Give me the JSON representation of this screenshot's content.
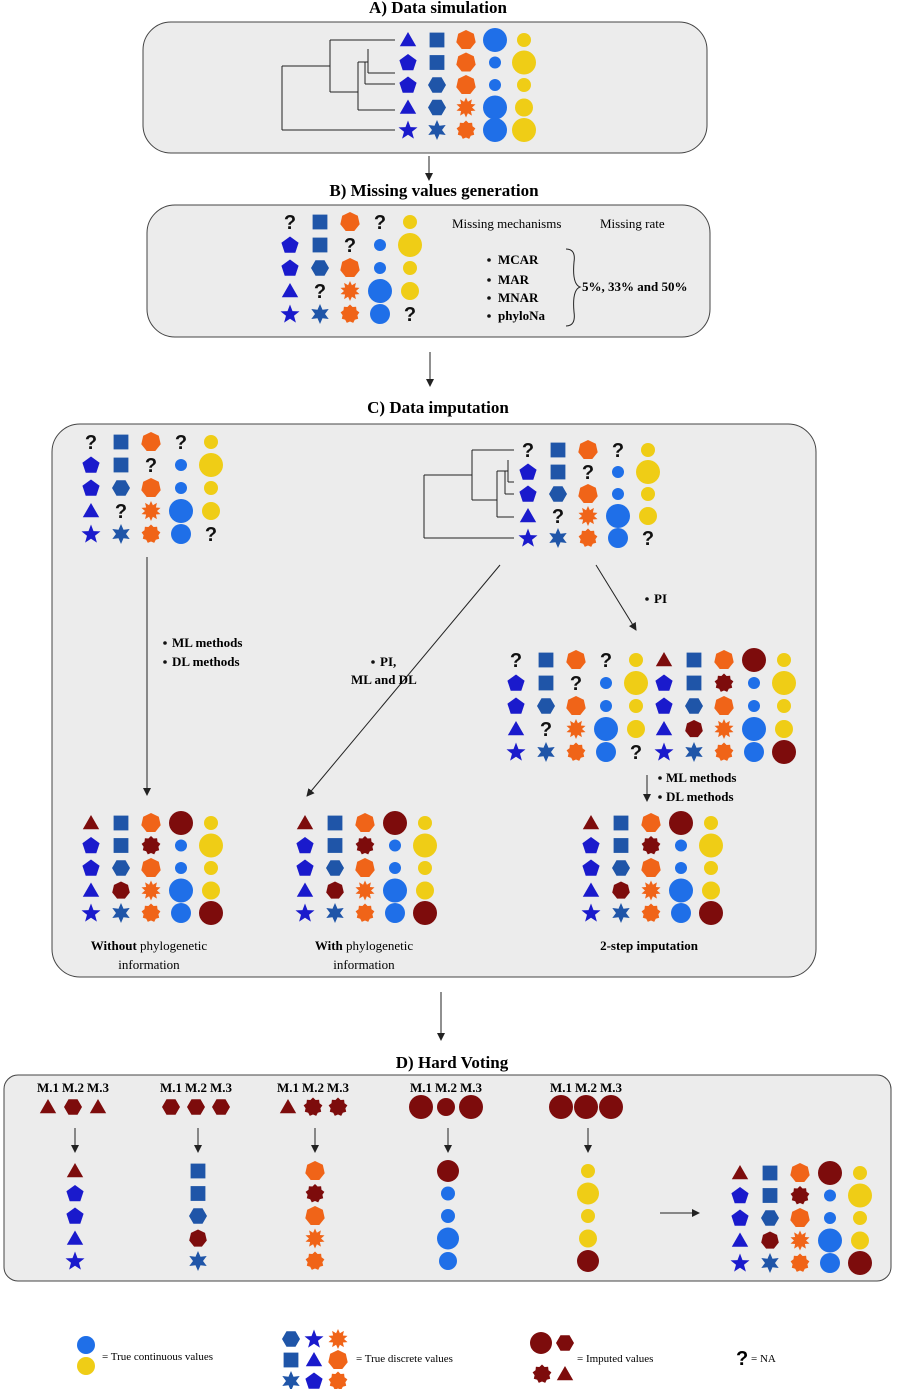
{
  "colors": {
    "blue": "#1a1acc",
    "steel": "#1f55a8",
    "orange": "#f06418",
    "azure": "#1f6fe8",
    "yellow": "#efcd16",
    "maroon": "#7d0c0c"
  },
  "sections": {
    "a_title": "A) Data simulation",
    "b_title": "B) Missing values generation",
    "c_title": "C) Data imputation",
    "d_title": "D) Hard Voting"
  },
  "missing": {
    "mechanisms_header": "Missing mechanisms",
    "rate_header": "Missing rate",
    "mechanisms": [
      "MCAR",
      "MAR",
      "MNAR",
      "phyloNa"
    ],
    "rates": "5%, 33% and 50%"
  },
  "imputation": {
    "left_methods": [
      "ML methods",
      "DL  methods"
    ],
    "middle_methods": [
      "PI,",
      "ML and DL"
    ],
    "right_first": "PI",
    "right_second": [
      "ML methods",
      "DL  methods"
    ],
    "caption_without_bold": "Without",
    "caption_without_rest": " phylogenetic",
    "caption_without_line2": "information",
    "caption_with_bold": "With",
    "caption_with_rest": " phylogenetic",
    "caption_with_line2": "information",
    "caption_two_step": "2-step imputation"
  },
  "voting": {
    "model_labels": [
      "M.1",
      "M.2",
      "M.3"
    ]
  },
  "legend": {
    "continuous": "= True continuous values",
    "discrete": "= True discrete values",
    "imputed": "= Imputed values",
    "na_symbol": "?",
    "na": "= NA"
  }
}
